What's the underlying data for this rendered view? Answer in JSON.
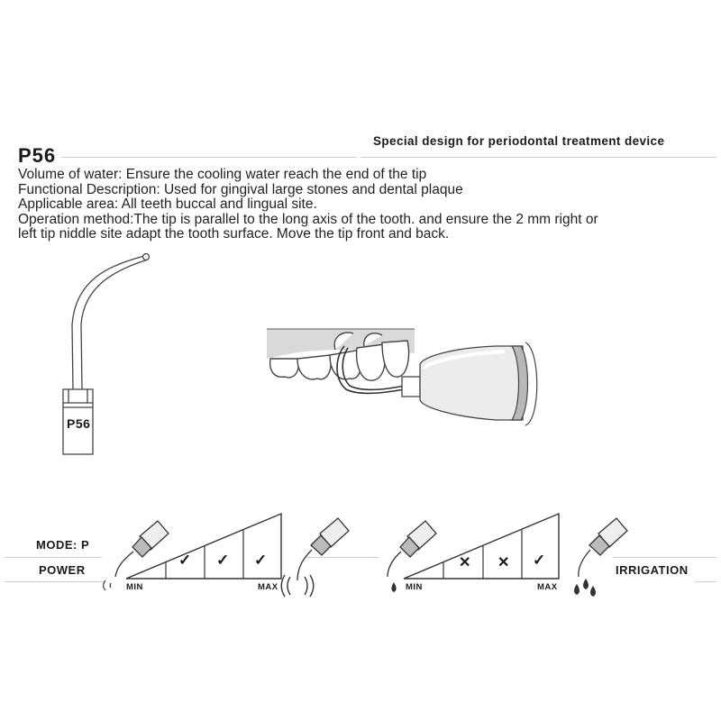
{
  "header": {
    "subtitle": "Special design for periodontal treatment device",
    "model": "P56"
  },
  "description": {
    "lines": [
      "Volume of water: Ensure the cooling water reach the end of the tip",
      "Functional Description: Used for gingival large stones and dental plaque",
      "Applicable area: All teeth buccal and lingual site.",
      "Operation method:The tip is parallel to the long axis of the tooth. and ensure the 2 mm right or",
      "left tip niddle site adapt the tooth surface. Move the tip front and back."
    ]
  },
  "tip_illustration": {
    "engraving": "P56"
  },
  "power_scale": {
    "mode_label": "MODE: P",
    "label": "POWER",
    "min_label": "MIN",
    "max_label": "MAX",
    "levels": [
      "check",
      "check",
      "check"
    ]
  },
  "irrigation_scale": {
    "label": "IRRIGATION",
    "min_label": "MIN",
    "max_label": "MAX",
    "levels": [
      "cross",
      "cross",
      "check"
    ]
  }
}
